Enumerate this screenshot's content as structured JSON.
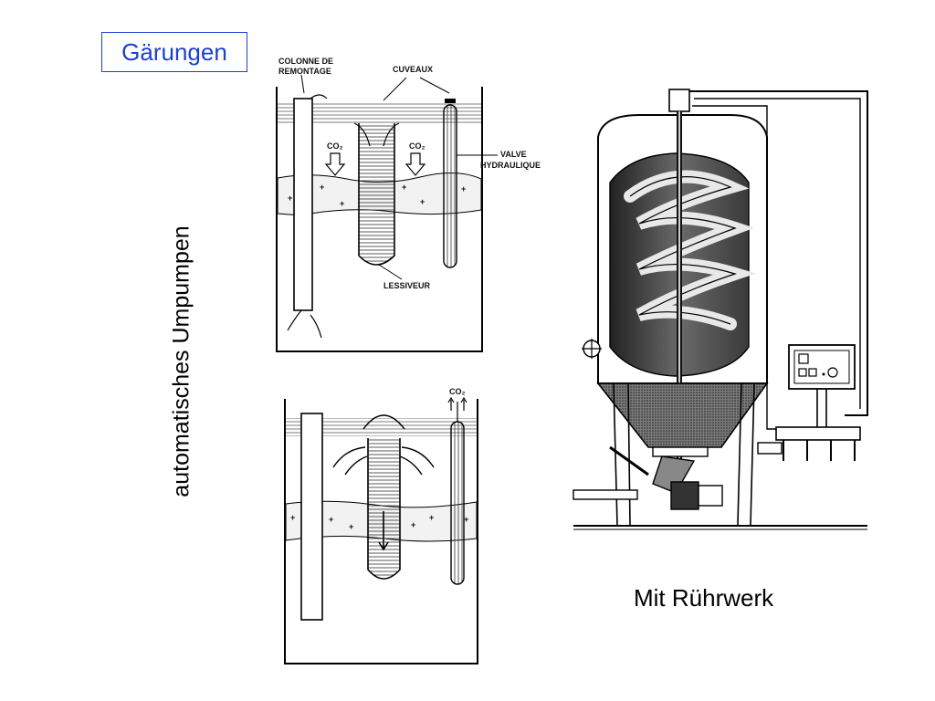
{
  "title": "Gärungen",
  "side_label": "automatisches Umpumpen",
  "caption": "Mit Rührwerk",
  "diagram_top": {
    "label_column": [
      "COLONNE DE",
      "REMONTAGE"
    ],
    "label_vats": "CUVEAUX",
    "label_valve": [
      "VALVE",
      "HYDRAULIQUE"
    ],
    "label_co2_left": "CO₂",
    "label_co2_right": "CO₂",
    "label_lessiveur": "LESSIVEUR"
  },
  "diagram_bottom": {
    "label_co2": "CO₂"
  }
}
